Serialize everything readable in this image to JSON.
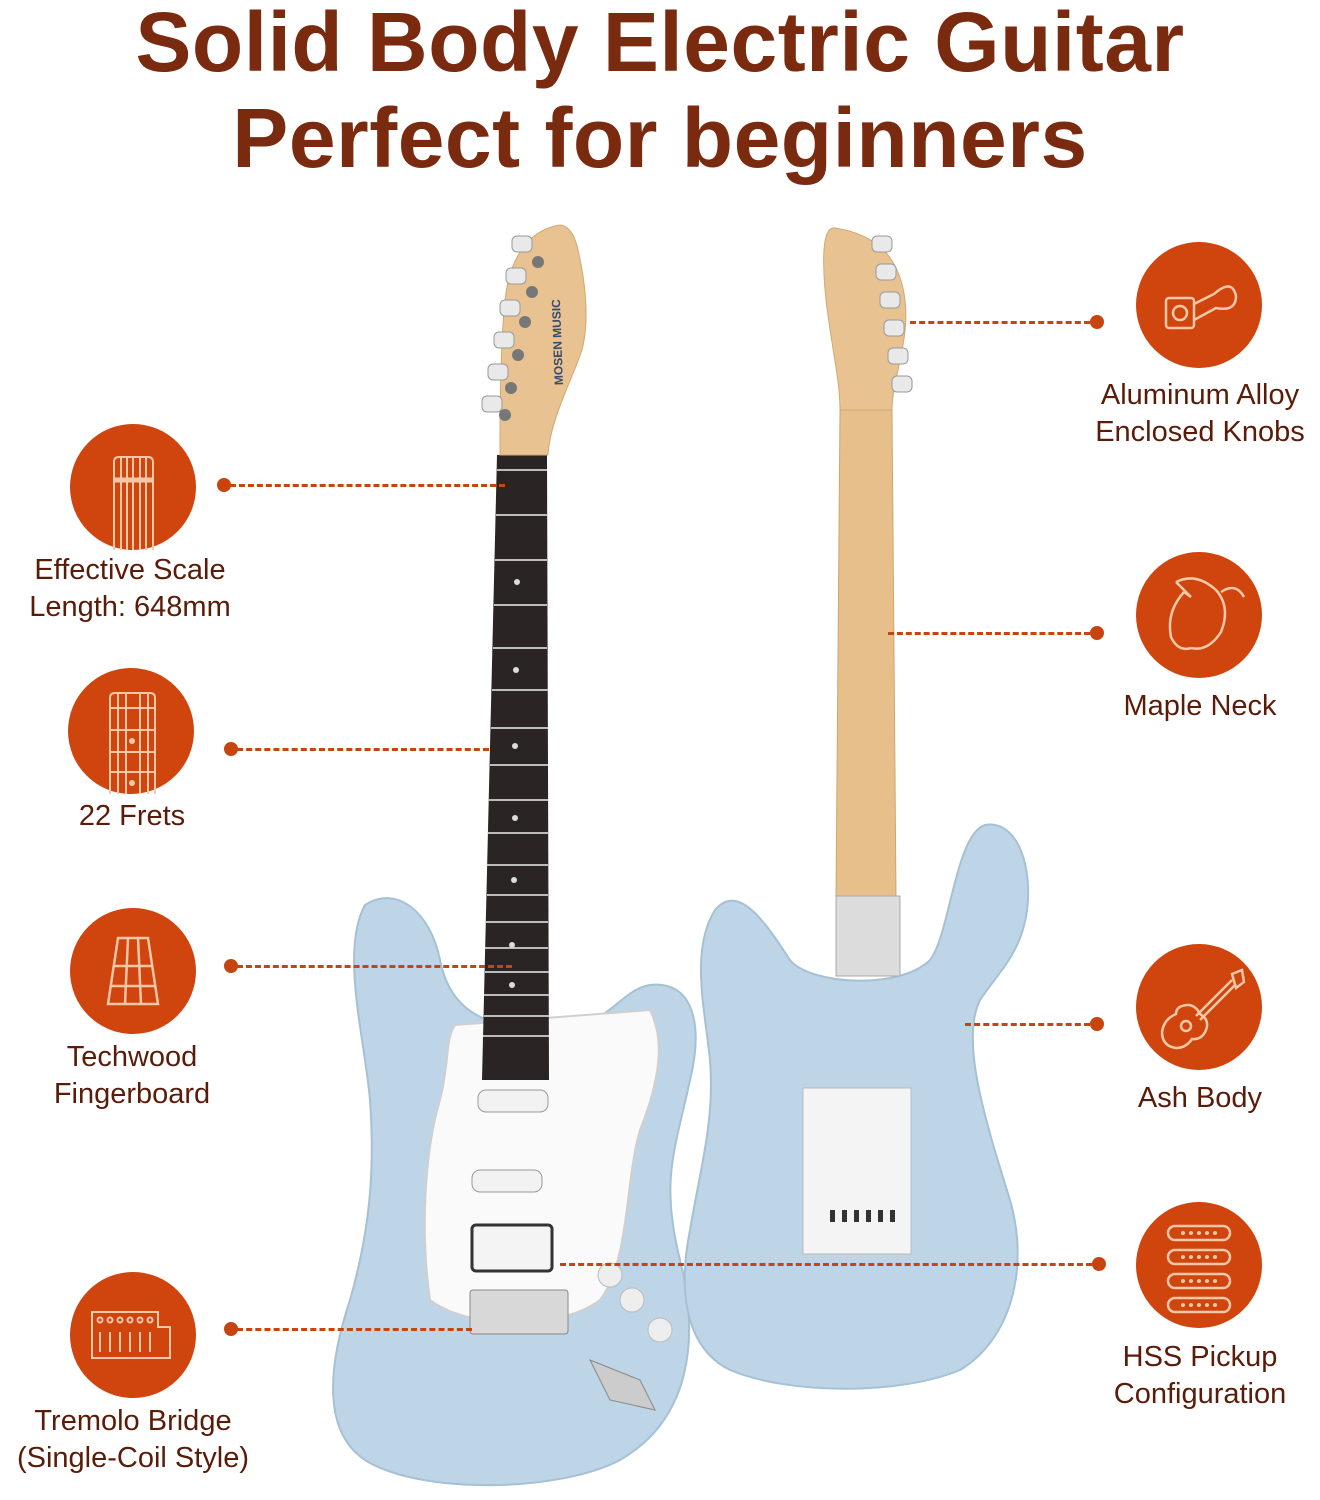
{
  "title": {
    "line1": "Solid Body Electric Guitar",
    "line2": "Perfect for beginners"
  },
  "brand_logo": "MOSEN MUSIC",
  "colors": {
    "title": "#7a2a0e",
    "accent": "#d0440e",
    "label": "#5a1c08",
    "body": "#bcd4e6",
    "maple": "#e8c08c",
    "fingerboard": "#2a2222"
  },
  "features_left": [
    {
      "icon": "fretboard-nut-icon",
      "line1": "Effective Scale",
      "line2": "Length: 648mm"
    },
    {
      "icon": "frets-icon",
      "line1": "22 Frets",
      "line2": ""
    },
    {
      "icon": "fingerboard-icon",
      "line1": "Techwood",
      "line2": "Fingerboard"
    },
    {
      "icon": "bridge-icon",
      "line1": "Tremolo Bridge",
      "line2": "(Single-Coil Style)"
    }
  ],
  "features_right": [
    {
      "icon": "tuning-knob-icon",
      "line1": "Aluminum Alloy",
      "line2": "Enclosed Knobs"
    },
    {
      "icon": "maple-leaf-icon",
      "line1": "Maple Neck",
      "line2": ""
    },
    {
      "icon": "guitar-icon",
      "line1": "Ash Body",
      "line2": ""
    },
    {
      "icon": "pickups-icon",
      "line1": "HSS Pickup",
      "line2": "Configuration"
    }
  ]
}
